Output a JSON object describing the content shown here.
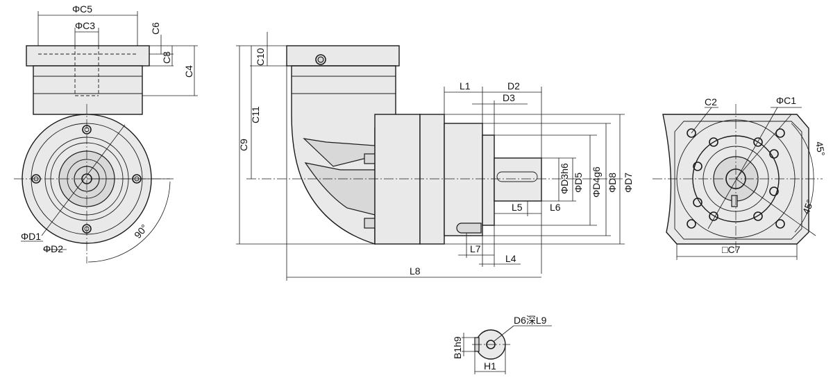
{
  "labels": {
    "c5": "ΦC5",
    "c3": "ΦC3",
    "c6": "C6",
    "c8": "C8",
    "c4": "C4",
    "d1": "ΦD1",
    "d2": "ΦD2",
    "angle90": "90°",
    "c10": "C10",
    "c11": "C11",
    "c9": "C9",
    "l1": "L1",
    "d2len": "D2",
    "d3": "D3",
    "d3h6": "ΦD3h6",
    "d5": "ΦD5",
    "d4g6": "ΦD4g6",
    "d8": "ΦD8",
    "d7": "ΦD7",
    "l5": "L5",
    "l6": "L6",
    "l7": "L7",
    "l4": "L4",
    "l8": "L8",
    "c2": "C2",
    "c1": "ΦC1",
    "angle45a": "45°",
    "angle45b": "45°",
    "c7": "□C7",
    "d6l9": "D6深L9",
    "b1h9": "B1h9",
    "h1": "H1"
  }
}
